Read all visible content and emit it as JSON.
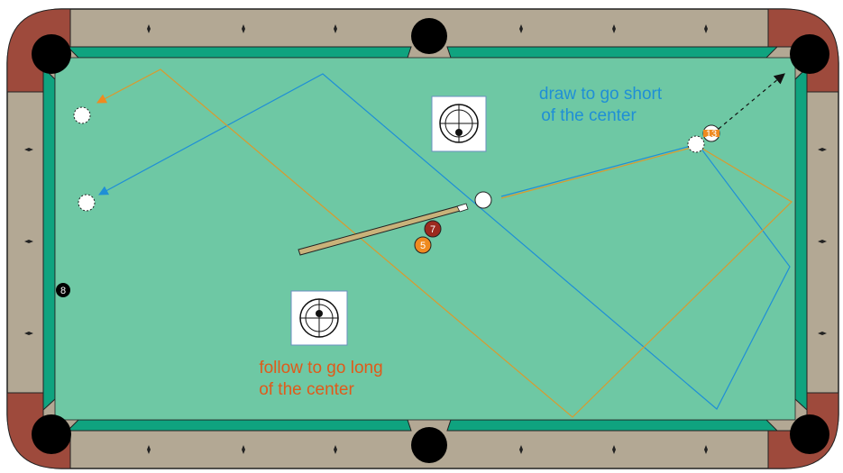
{
  "colors": {
    "felt": "#6ec8a4",
    "cushion": "#0fa37f",
    "rail_wood": "#b3a894",
    "corner": "#9e4a3c",
    "pocket": "#000000",
    "draw_path": "#1f8fd6",
    "follow_path": "#d99a2e",
    "draw_text": "#1f8fd6",
    "follow_text": "#e05a1a",
    "cue_stick": "#c9b27a",
    "arrow_draw": "#1f8fd6",
    "arrow_follow": "#ef8a1f"
  },
  "captions": {
    "draw_line1": "draw to go short",
    "draw_line2": "of the center",
    "follow_line1": "follow to go long",
    "follow_line2": "of the center"
  },
  "balls": {
    "seven": "7",
    "five": "5",
    "eight": "8",
    "thirteen": "13"
  },
  "cue_tip_icons": {
    "draw": "cue-tip-below-center-icon",
    "follow": "cue-tip-above-center-icon"
  }
}
